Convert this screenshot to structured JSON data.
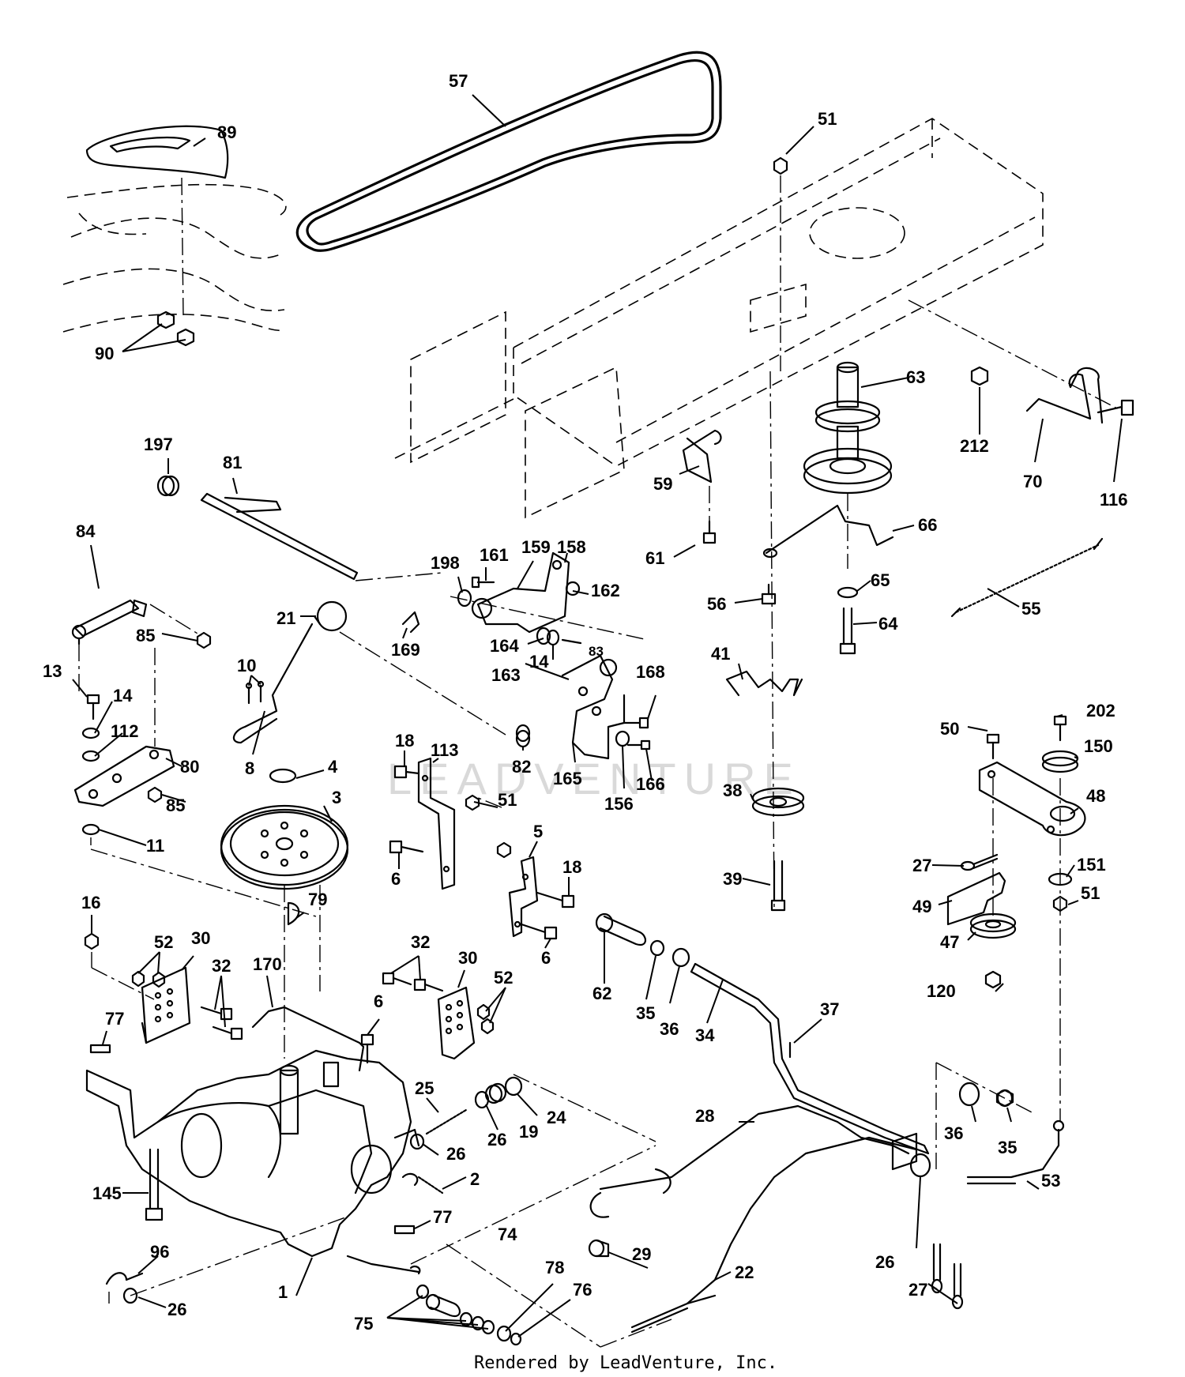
{
  "watermark": "LEADVENTURE",
  "footer": "Rendered by LeadVenture, Inc.",
  "labels": [
    "57",
    "51",
    "89",
    "90",
    "63",
    "212",
    "70",
    "116",
    "197",
    "81",
    "59",
    "66",
    "84",
    "198",
    "161",
    "159",
    "158",
    "162",
    "61",
    "65",
    "56",
    "55",
    "85",
    "21",
    "169",
    "164",
    "14",
    "83",
    "64",
    "41",
    "10",
    "13",
    "14",
    "163",
    "168",
    "112",
    "80",
    "18",
    "113",
    "8",
    "82",
    "165",
    "166",
    "156",
    "50",
    "202",
    "150",
    "4",
    "85",
    "3",
    "51",
    "38",
    "48",
    "11",
    "5",
    "18",
    "6",
    "6",
    "27",
    "151",
    "39",
    "16",
    "79",
    "49",
    "51",
    "47",
    "52",
    "30",
    "62",
    "35",
    "36",
    "32",
    "32",
    "30",
    "170",
    "52",
    "34",
    "120",
    "6",
    "37",
    "77",
    "25",
    "24",
    "26",
    "19",
    "28",
    "36",
    "35",
    "2",
    "26",
    "53",
    "145",
    "77",
    "74",
    "29",
    "22",
    "96",
    "78",
    "76",
    "26",
    "1",
    "75",
    "26",
    "27"
  ]
}
